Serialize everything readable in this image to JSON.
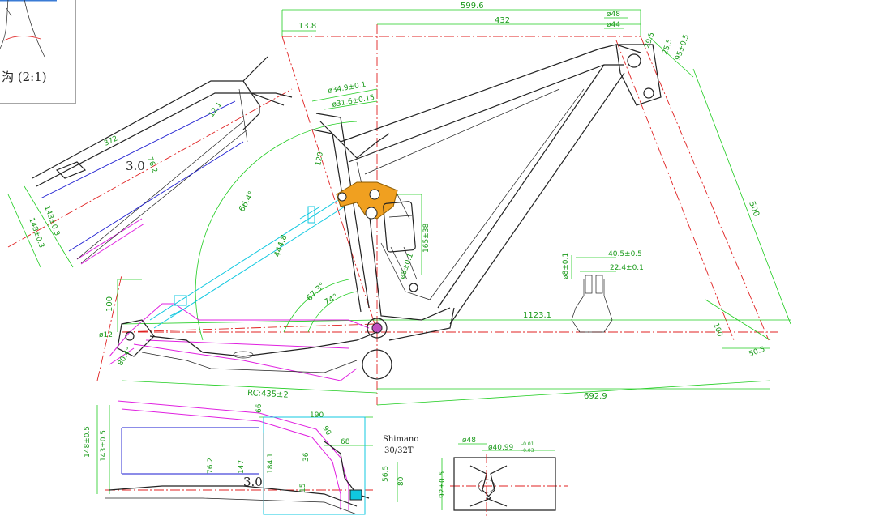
{
  "detail_box": {
    "label": "沟 (2:1)"
  },
  "fork_detail": {
    "thickness": "3.0",
    "length_dim": "372",
    "width_dim": "76.2",
    "tip_dim": "12.1",
    "dim_a": "143±0.3",
    "dim_b": "148±0.3"
  },
  "top_dims": {
    "overall": "599.6",
    "offset": "13.8",
    "reach": "432",
    "head_od": "ø48",
    "head_id": "ø44",
    "head_len1": "29.5",
    "head_len2": "95±0.5",
    "head_len3": "25.5"
  },
  "seat_dims": {
    "seat_od": "ø34.9±0.1",
    "seat_id": "ø31.6±0.15",
    "seat_len": "120",
    "angle_seat": "66.4°",
    "st_len": "444.8"
  },
  "shock_dims": {
    "stroke": "165±38",
    "eye": "ø8±0.1"
  },
  "bb_dims": {
    "bb_angle1": "67.3°",
    "bb_angle2": "74°",
    "wheelbase": "1123.1",
    "chain_stay": "RC:435±2",
    "stack_front": "692.9",
    "stack": "500",
    "head_drop": "100",
    "head_offset": "50.5"
  },
  "dropout_dims": {
    "drop_h": "100",
    "drop_angle": "80.4°",
    "drop_hole": "ø12"
  },
  "mount_dims": {
    "m1": "40.5±0.5",
    "m2": "22.4±0.1",
    "m3": "ø8±0.1"
  },
  "bottom_view": {
    "thickness": "3.0",
    "w1": "148±0.5",
    "w2": "143±0.5",
    "w3": "76.2",
    "w4": "147",
    "w5": "184.1",
    "len1": "190",
    "len2": "68",
    "len3": "36",
    "len4": "80",
    "len5": "56.5",
    "len6": "15",
    "tip1": "66",
    "tip2": "90"
  },
  "shimano_note": {
    "line1": "Shimano",
    "line2": "30/32T"
  },
  "bb_detail": {
    "od": "ø48",
    "id": "ø40.99",
    "id_tol_upper": "-0.01",
    "id_tol_lower": "-0.03",
    "width": "92±0.5"
  },
  "colors": {
    "frame": "#222222",
    "dimension": "#1fcc1f",
    "centerline": "#e02020",
    "chainstay": "#e020e0",
    "seatstay": "#10c8e0",
    "guide": "#1a1ad0",
    "link": "#f0a020"
  }
}
